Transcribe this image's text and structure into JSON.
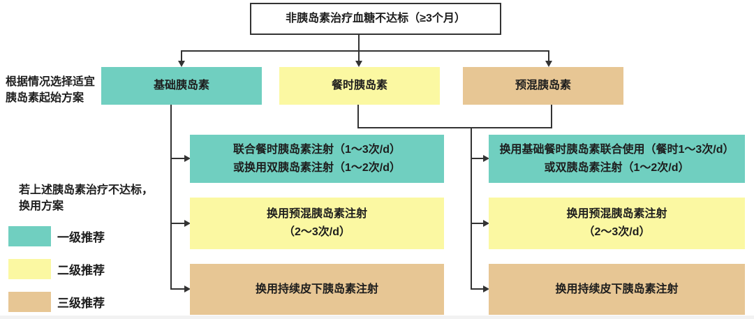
{
  "colors": {
    "level1_teal": "#70CFC0",
    "level2_yellow": "#FBF8A2",
    "level3_tan": "#E7C694",
    "line": "#333333",
    "root_border": "#333333",
    "text": "#1d1d1d"
  },
  "root_node": {
    "label": "非胰岛素治疗血糖不达标（≥3个月）"
  },
  "side_notes": {
    "start": {
      "line1": "根据情况选择适宜",
      "line2": "胰岛素起始方案"
    },
    "switch": {
      "line1": "若上述胰岛素治疗不达标，",
      "line2": "换用方案"
    }
  },
  "headers": {
    "basal": {
      "label": "基础胰岛素"
    },
    "prandial": {
      "label": "餐时胰岛素"
    },
    "premix": {
      "label": "预混胰岛素"
    }
  },
  "basal_branch": {
    "teal": {
      "line1": "联合餐时胰岛素注射（1～3次/d）",
      "line2": "或换用双胰岛素注射（1～2次/d）"
    },
    "yellow": {
      "line1": "换用预混胰岛素注射",
      "line2": "（2～3次/d）"
    },
    "tan": {
      "line1": "换用持续皮下胰岛素注射"
    }
  },
  "premix_branch": {
    "teal": {
      "line1": "换用基础餐时胰岛素联合使用（餐时1～3次/d）",
      "line2": "或双胰岛素注射（1～2次/d）"
    },
    "yellow": {
      "line1": "换用预混胰岛素注射",
      "line2": "（2～3次/d）"
    },
    "tan": {
      "line1": "换用持续皮下胰岛素注射"
    }
  },
  "legend": {
    "level1": {
      "label": "一级推荐",
      "color": "#70CFC0"
    },
    "level2": {
      "label": "二级推荐",
      "color": "#FBF8A2"
    },
    "level3": {
      "label": "三级推荐",
      "color": "#E7C694"
    }
  }
}
